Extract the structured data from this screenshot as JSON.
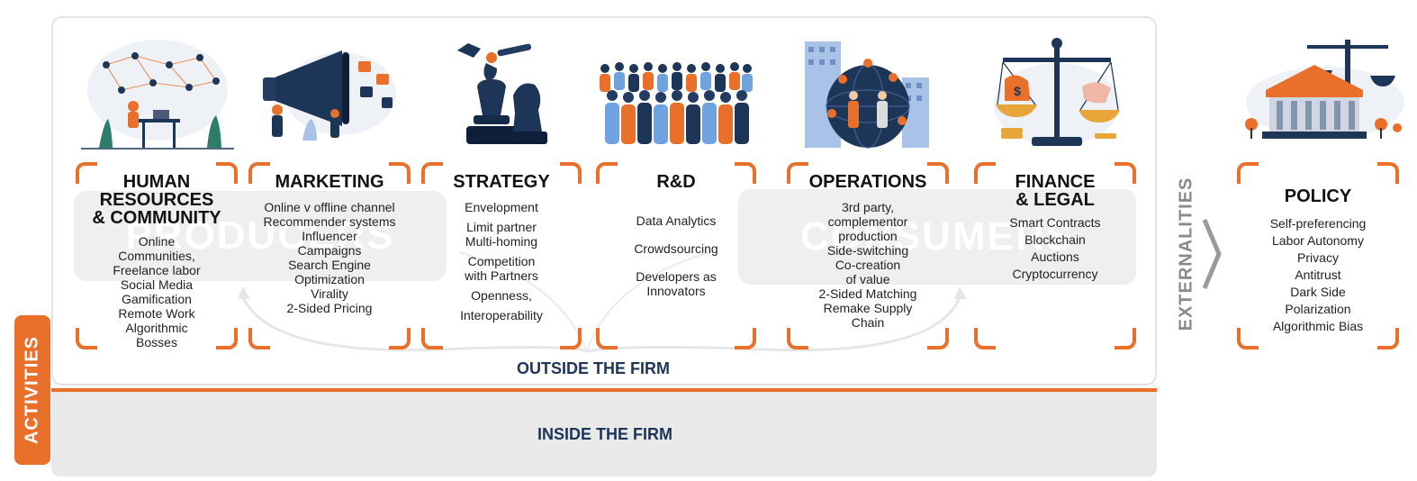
{
  "frame": {
    "outside_label": "OUTSIDE THE FIRM",
    "inside_label": "INSIDE THE FIRM",
    "activities_label": "ACTIVITIES",
    "externalities_label": "EXTERNALITIES",
    "ghost_left": "PRODUCERS",
    "ghost_right": "CONSUMERS"
  },
  "columns": [
    {
      "title": "HUMAN\nRESOURCES\n& COMMUNITY",
      "icon": "remote-worker-network-icon",
      "items": [
        "Online\nCommunities,",
        "Freelance labor",
        "Social Media",
        "Gamification",
        "Remote Work",
        "Algorithmic\nBosses"
      ]
    },
    {
      "title": "MARKETING",
      "icon": "megaphone-icon",
      "items": [
        "Online v offline channel",
        "Recommender systems",
        "Influencer\nCampaigns",
        "Search Engine\nOptimization",
        "Virality",
        "2-Sided Pricing"
      ]
    },
    {
      "title": "STRATEGY",
      "icon": "chess-spyglass-icon",
      "items": [
        "Envelopment",
        "Limit partner\nMulti-homing",
        "Competition\nwith Partners",
        "Openness,",
        "Interoperability"
      ]
    },
    {
      "title": "R&D",
      "icon": "crowd-icon",
      "items": [
        "Data Analytics",
        "Crowdsourcing",
        "Developers as\nInnovators"
      ]
    },
    {
      "title": "OPERATIONS",
      "icon": "global-network-city-icon",
      "items": [
        "3rd party,\ncomplementor\nproduction",
        "Side-switching",
        "Co-creation\nof value",
        "2-Sided Matching",
        "Remake Supply\nChain"
      ]
    },
    {
      "title": "FINANCE\n& LEGAL",
      "icon": "scales-money-icon",
      "items": [
        "Smart Contracts",
        "Blockchain",
        "Auctions",
        "Cryptocurrency"
      ]
    },
    {
      "title": "POLICY",
      "icon": "courthouse-scales-icon",
      "items": [
        "Self-preferencing",
        "Labor Autonomy",
        "Privacy",
        "Antitrust",
        "Dark Side",
        "Polarization",
        "Algorithmic Bias"
      ]
    }
  ],
  "colors": {
    "accent": "#e8702a",
    "navy": "#1d3557",
    "ghost": "#ececec",
    "grey_text": "#8a8a8a"
  }
}
